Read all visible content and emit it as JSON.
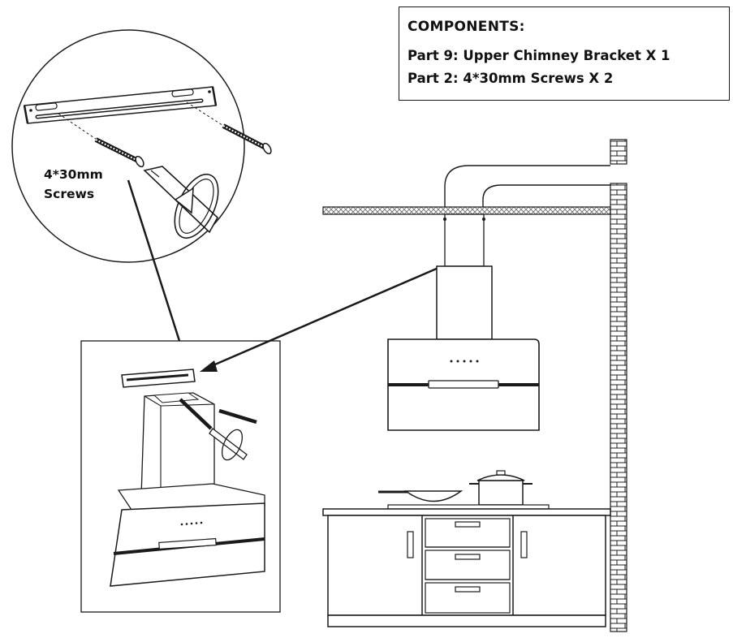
{
  "components": {
    "heading": "COMPONENTS:",
    "parts": [
      "Part 9: Upper Chimney Bracket X 1",
      "Part 2: 4*30mm Screws X 2"
    ]
  },
  "callout": {
    "screw_label_line1": "4*30mm",
    "screw_label_line2": "Screws"
  },
  "colors": {
    "line": "#1a1a1a",
    "brick_fill": "#ffffff",
    "ceiling_hatch": "#555555"
  }
}
